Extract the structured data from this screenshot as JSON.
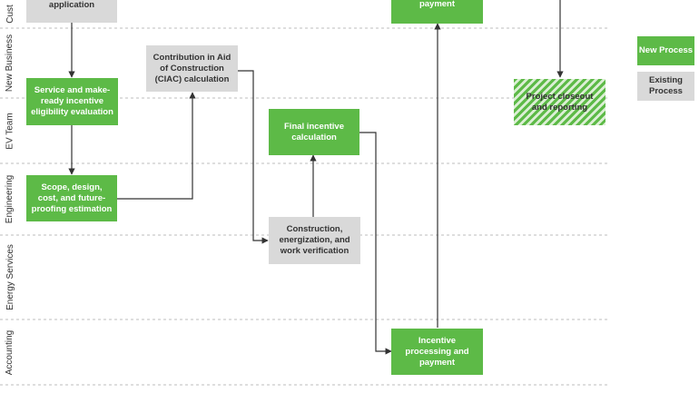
{
  "lanes": [
    "Cust",
    "New Business",
    "EV Team",
    "Engineering",
    "Energy Services",
    "Accounting"
  ],
  "boxes": {
    "application": "application",
    "payment_top": "payment",
    "service_eval": "Service and make-ready incentive eligibility evaluation",
    "ciac": "Contribution in Aid of Construction (CIAC) calculation",
    "final_calc": "Final incentive calculation",
    "closeout": "Project closeout and reporting",
    "scope": "Scope, design, cost, and future-proofing estimation",
    "construction": "Construction, energization, and work verification",
    "incentive_processing": "Incentive processing and payment"
  },
  "legend": {
    "new": "New Process",
    "existing": "Existing Process"
  },
  "colors": {
    "new_process": "#5dba47",
    "existing_process": "#d9d9d9",
    "connector": "#333333",
    "lane_divider": "#bdbdbd"
  }
}
